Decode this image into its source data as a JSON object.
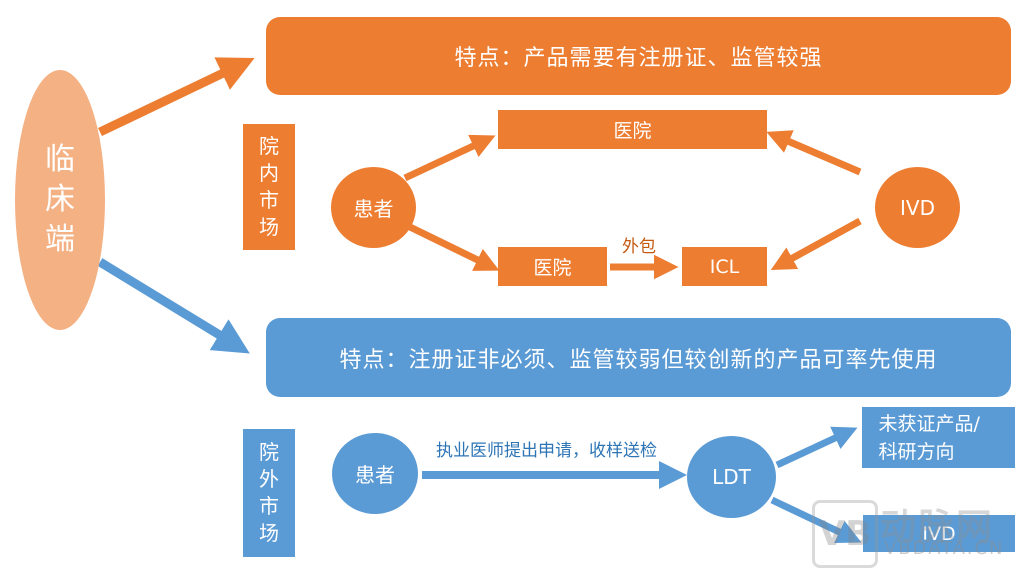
{
  "root": {
    "label": "临床端",
    "color": "#F4B183"
  },
  "colors": {
    "orange": "#ED7D31",
    "blue": "#5B9BD5",
    "edge_label_orange": "#C55A11",
    "edge_label_blue": "#2E75B6"
  },
  "in_hospital": {
    "feature_banner": "特点：产品需要有注册证、监管较强",
    "section_label": "院内市场",
    "patient": "患者",
    "hospital_top": "医院",
    "hospital_bottom": "医院",
    "outsource_label": "外包",
    "icl": "ICL",
    "ivd": "IVD"
  },
  "out_hospital": {
    "feature_banner": "特点：注册证非必须、监管较弱但较创新的产品可率先使用",
    "section_label": "院外市场",
    "patient": "患者",
    "edge_label": "执业医师提出申请，收样送检",
    "ldt": "LDT",
    "unlicensed_products": "未获证产品/科研方向",
    "ivd": "IVD"
  },
  "watermark": {
    "logo": "VB",
    "cn": "动脉网",
    "en": "VBDATA.CN"
  }
}
